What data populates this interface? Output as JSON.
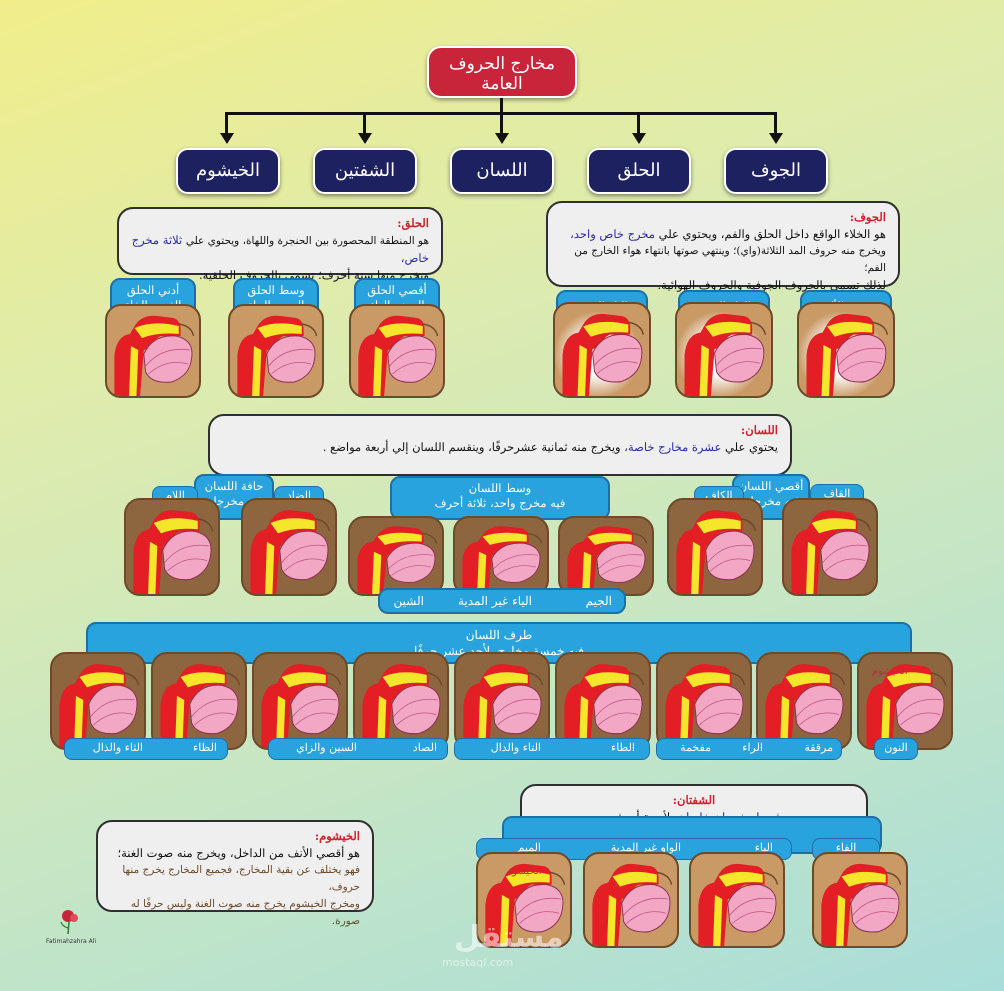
{
  "root": {
    "line1": "مخارج الحروف",
    "line2": "العامة"
  },
  "categories": [
    "الجوف",
    "الحلق",
    "اللسان",
    "الشفتين",
    "الخيشوم"
  ],
  "jawf": {
    "title": "الجوف:",
    "text1": "هو الخلاء الواقع داخل الحلق والفم، ويحتوي علي",
    "text1b": "مخرج خاص واحد،",
    "text2": "ويخرج منه حروف المد الثلاثة(واي)؛ وينتهي صوتها بانتهاء هواء الخارج من الفم؛",
    "text3": "لذلك تسمي بالحروف الجوفية والحروف الهوائية.",
    "labels": [
      "حرف الألف",
      "الواو المدية",
      "الياء المدية"
    ]
  },
  "halq": {
    "title": "الحلق:",
    "text1": "هو المنطقة المحصورة بين الحنجرة واللهاة، ويحتوي علي",
    "text1b": "ثلاثة مخرج خاص،",
    "text2": "ويخرج منها ستة أحرف؛ تسمي بالحروف الحلقية.",
    "labels": [
      {
        "l1": "أقصي الحلق",
        "l2": "الهمز والهاء"
      },
      {
        "l1": "وسط الحلق",
        "l2": "العين والحاء"
      },
      {
        "l1": "أدني الحلق",
        "l2": "الغين والخاء"
      }
    ]
  },
  "lisan": {
    "title": "اللسان:",
    "text1": "يحتوي علي",
    "text1b": "عشرة مخارج خاصة،",
    "text2": "ويخرج منه ثمانية عشرحرفًا، وينقسم اللسان إلي أربعة مواضع .",
    "aqsa": {
      "l1": "أقصي اللسان",
      "l2": "فيه مخرجان"
    },
    "wasat": {
      "l1": "وسط اللسان",
      "l2": "فيه مخرج واحد، ثلاثة أحرف"
    },
    "hafa": {
      "l1": "حافة اللسان",
      "l2": "فيه مخرجان"
    },
    "qaf": "القاف",
    "kaf": "الكاف",
    "dad": "الضاد",
    "lam": "اللام",
    "wasat_letters": [
      "الجيم",
      "الياء غير المدية",
      "الشين"
    ],
    "tarf": {
      "l1": "طرف اللسان",
      "l2": "فيه خمسة مخارج، لأحد عشر حرفًا"
    },
    "tarf_labels": [
      "النون",
      "مرققة",
      "الراء",
      "مفخمة",
      "الطاء",
      "التاء والدال",
      "الصاد",
      "السين والزاي",
      "الظاء",
      "الثاء والذال"
    ],
    "khayshum_tag": "الخيشوم"
  },
  "shafatan": {
    "title": "الشفتان:",
    "text1b": "فيهما مخرجان خاصان،",
    "text1": "لأربعة أحرف.",
    "labels": [
      "الفاء",
      "الباء",
      "الواو غير المدية",
      "الميم"
    ],
    "tag": "الخيشوم"
  },
  "khayshum": {
    "title": "الخيشوم:",
    "text1": "هو أقصي الأنف من الداخل، ويخرج منه صوت الغنة؛",
    "text2": "فهو يختلف عن بقية المخارج، فجميع المخارج يخرج منها حروف،",
    "text3": "ومخرج الخيشوم يخرج منه صوت الغنة وليس حرفًا له صورة."
  },
  "author": "Fatimahzahra Ali",
  "watermark": {
    "ar": "مستقل",
    "en": "mostaql.com"
  },
  "colors": {
    "root": "#c9253a",
    "category": "#1e2160",
    "tab": "#29a3dd",
    "title": "#d1202b",
    "highlight": "#2a2aa5",
    "tile": "#c99a66"
  }
}
